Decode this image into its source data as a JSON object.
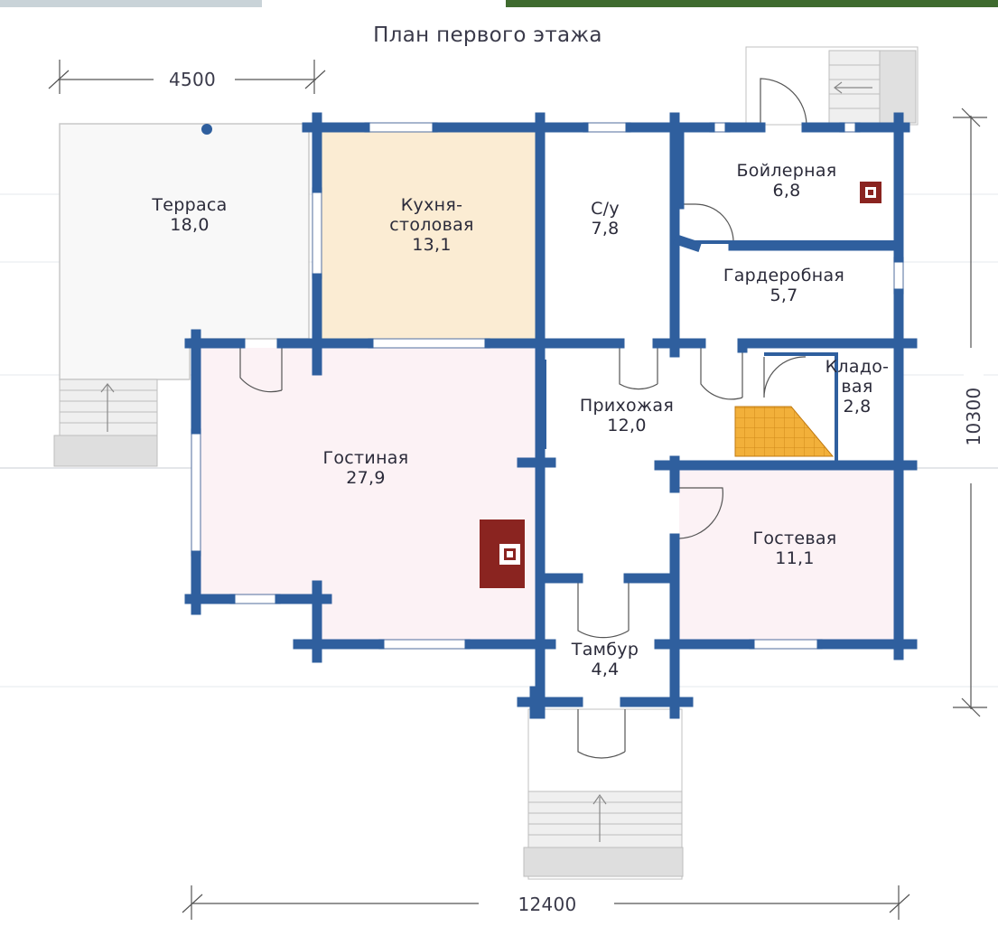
{
  "title": "План первого этажа",
  "dimensions": {
    "top_width": "4500",
    "bottom_width": "12400",
    "right_height": "10300"
  },
  "rooms": [
    {
      "name": "Терраса",
      "area": "18,0"
    },
    {
      "name": "Кухня-\nстоловая",
      "area": "13,1"
    },
    {
      "name": "С/у",
      "area": "7,8"
    },
    {
      "name": "Бойлерная",
      "area": "6,8"
    },
    {
      "name": "Гардеробная",
      "area": "5,7"
    },
    {
      "name": "Кладо-\nвая",
      "area": "2,8"
    },
    {
      "name": "Прихожая",
      "area": "12,0"
    },
    {
      "name": "Гостиная",
      "area": "27,9"
    },
    {
      "name": "Гостевая",
      "area": "11,1"
    },
    {
      "name": "Тамбур",
      "area": "4,4"
    }
  ],
  "colors": {
    "wall": "#2f5f9e",
    "kitchen_fill": "#fbecd3",
    "living_fill": "#fcf2f5",
    "guest_fill": "#fcf2f5",
    "stairs": "#f2b03a",
    "stove": "#8a2420",
    "terrace_fill": "#f7f7f7"
  }
}
